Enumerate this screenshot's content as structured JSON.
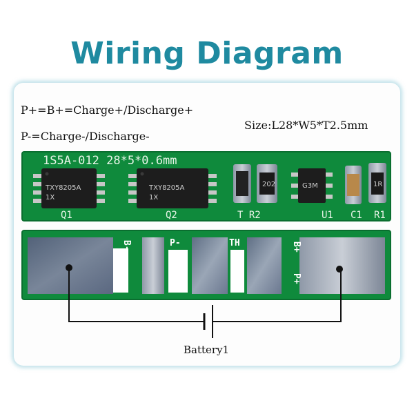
{
  "title": "Wiring  Diagram",
  "notes": {
    "line1": "P+=B+=Charge+/Discharge+",
    "line2": "P-=Charge-/Discharge-",
    "size": "Size:L28*W5*T2.5mm"
  },
  "board_top": {
    "silkscreen": "1S5A-012 28*5*0.6mm",
    "chip1_label": "TXY8205A",
    "chip1_sub": "1X",
    "chip2_label": "TXY8205A",
    "chip2_sub": "1X",
    "q1": "Q1",
    "q2": "Q2",
    "t_r2": "T R2",
    "u1": "U1",
    "c1": "C1",
    "r1": "R1",
    "r2_code": "202",
    "u1_code": "G3M",
    "r1_code": "1R"
  },
  "board_bottom": {
    "pad_b_minus": "B-",
    "pad_p_minus": "P-",
    "pad_th": "TH",
    "pad_b_plus": "B+",
    "pad_p_plus": "P+"
  },
  "battery_label": "Battery1",
  "colors": {
    "pcb_green": "#0f8a3c",
    "title": "#1f8aa0",
    "pad_metal": "#7e8a9a"
  }
}
